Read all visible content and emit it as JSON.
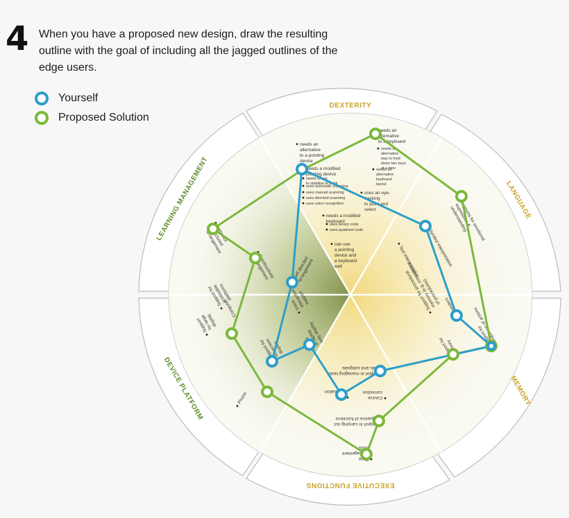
{
  "header": {
    "step_number": "4",
    "instruction": "When you have a proposed new design, draw the resulting outline with the goal of including all the jagged outlines of the edge users."
  },
  "legend": [
    {
      "label": "Yourself",
      "color": "#2d9ec9"
    },
    {
      "label": "Proposed Solution",
      "color": "#7bb83a"
    }
  ],
  "segments": [
    {
      "name": "DEXTERITY",
      "color": "#c9a227"
    },
    {
      "name": "LANGUAGE",
      "color": "#c9a227"
    },
    {
      "name": "MEMORY",
      "color": "#c9a227"
    },
    {
      "name": "EXECUTIVE FUNCTIONS",
      "color": "#c9a227"
    },
    {
      "name": "DEVICE PLATFORM",
      "color": "#5e8c2a"
    },
    {
      "name": "LEARNING MANAGEMENT",
      "color": "#5e8c2a"
    }
  ],
  "notes": {
    "dexterity": [
      {
        "lines": [
          "needs an",
          "alternative",
          "to a pointing",
          "device"
        ]
      },
      {
        "lines": [
          "needs an",
          "alternative",
          "to a keyboard"
        ]
      },
      {
        "lines": [
          "needs an",
          "alternative",
          "way to hold",
          "down two keys",
          "at a time"
        ]
      },
      {
        "lines": [
          "needs an",
          "alternative",
          "keyboard",
          "layout"
        ]
      },
      {
        "lines": [
          "needs a modified",
          "pointing device"
        ]
      },
      {
        "lines": [
          "needs a way",
          "to stabilize to point"
        ]
      },
      {
        "lines": [
          "uses automatic scanning"
        ]
      },
      {
        "lines": [
          "uses manual scanning"
        ]
      },
      {
        "lines": [
          "uses directed scanning"
        ]
      },
      {
        "lines": [
          "uses voice recognition"
        ]
      },
      {
        "lines": [
          "uses an eye-",
          "tracking",
          "to point and",
          "select"
        ]
      },
      {
        "lines": [
          "needs a modified",
          "keyboard"
        ]
      },
      {
        "lines": [
          "uses binary code"
        ]
      },
      {
        "lines": [
          "uses quadrant code"
        ]
      },
      {
        "lines": [
          "can use",
          "a pointing",
          "device and",
          "a keyboard",
          "well"
        ]
      }
    ],
    "language": [
      {
        "lines": [
          "Supports for emotional",
          "expression &",
          "understanding"
        ]
      },
      {
        "lines": [
          "Symbol interpretation"
        ]
      },
      {
        "lines": [
          "Text interpretation"
        ]
      }
    ],
    "memory": [
      {
        "lines": [
          "Support for",
          "sequence of actions"
        ]
      },
      {
        "lines": [
          "Reminders"
        ]
      },
      {
        "lines": [
          "Support for procedural",
          "memory (e.g. consistency",
          "of procedures)"
        ]
      },
      {
        "lines": [
          "Support for",
          "memory"
        ]
      }
    ],
    "executive": [
      {
        "lines": [
          "Support in managing tasks",
          "goals and subgoals"
        ]
      },
      {
        "lines": [
          "Task",
          "evaluation"
        ]
      },
      {
        "lines": [
          "Course",
          "correction"
        ]
      },
      {
        "lines": [
          "Support in carrying out",
          "sequence of functions"
        ]
      },
      {
        "lines": [
          "Time",
          "management",
          "tools"
        ]
      }
    ],
    "device": [
      {
        "lines": [
          "Computer"
        ]
      },
      {
        "lines": [
          "Support for",
          "on-screen",
          "display"
        ]
      },
      {
        "lines": [
          "Phone"
        ]
      },
      {
        "lines": [
          "Support for",
          "accessible",
          "platforms"
        ]
      },
      {
        "lines": [
          "Support",
          "for large",
          "display"
        ]
      },
      {
        "lines": [
          "Voice",
          "interaction",
          "support"
        ]
      },
      {
        "lines": [
          "Tablet",
          "or laptop",
          "only display"
        ]
      }
    ],
    "learning": [
      {
        "lines": [
          "Instructor",
          "structured",
          "arrangement"
        ]
      },
      {
        "lines": [
          "Constructivist",
          "arrangement"
        ]
      },
      {
        "lines": [
          "Self directed",
          "arrangement"
        ]
      }
    ]
  }
}
